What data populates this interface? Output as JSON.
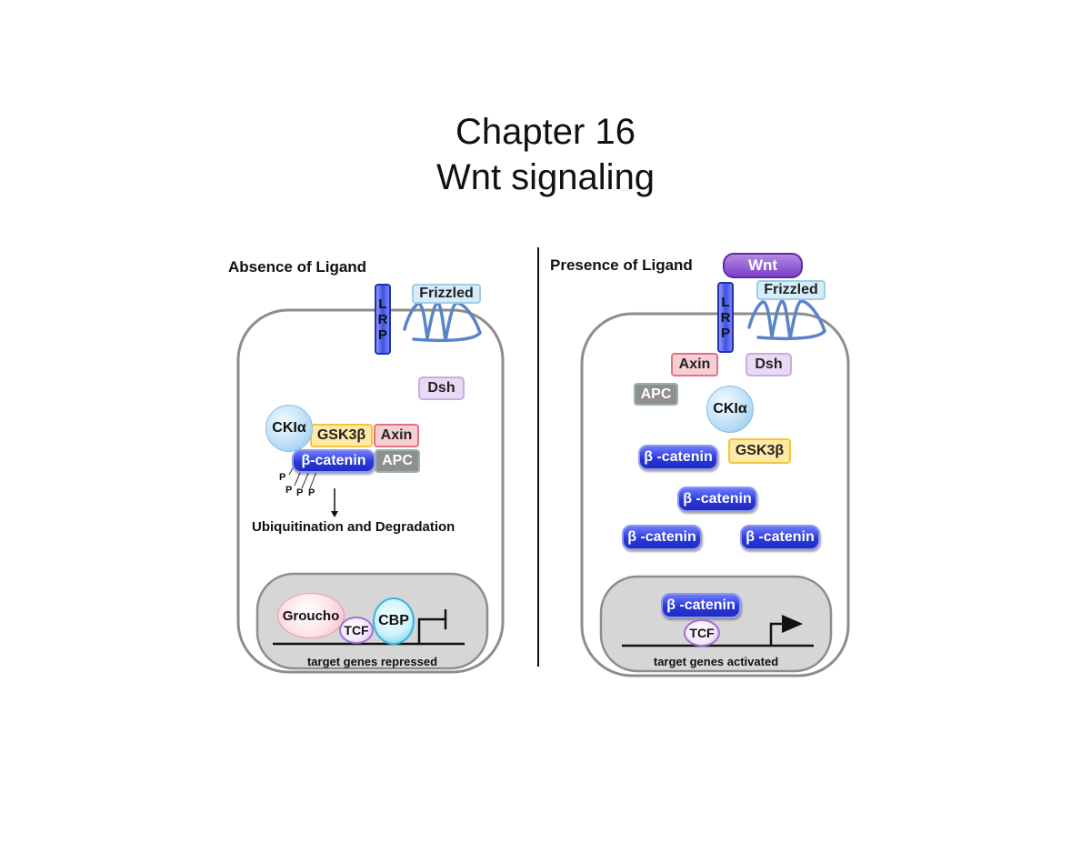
{
  "title": {
    "line1": "Chapter 16",
    "line2": "Wnt signaling"
  },
  "left": {
    "heading": "Absence of Ligand",
    "lrp": [
      "L",
      "R",
      "P"
    ],
    "frizzled": "Frizzled",
    "dsh": "Dsh",
    "ckia": "CKIα",
    "gsk3b": "GSK3β",
    "axin": "Axin",
    "b_catenin": "β-catenin",
    "apc": "APC",
    "p": "P",
    "degradation": "Ubiquitination and Degradation",
    "groucho": "Groucho",
    "tcf": "TCF",
    "cbp": "CBP",
    "nucleus_caption": "target genes repressed"
  },
  "right": {
    "heading": "Presence of Ligand",
    "wnt": "Wnt",
    "lrp": [
      "L",
      "R",
      "P"
    ],
    "frizzled": "Frizzled",
    "axin": "Axin",
    "dsh": "Dsh",
    "apc": "APC",
    "ckia": "CKIα",
    "gsk3b": "GSK3β",
    "b_catenin": "β -catenin",
    "tcf": "TCF",
    "nucleus_caption": "target genes activated"
  }
}
